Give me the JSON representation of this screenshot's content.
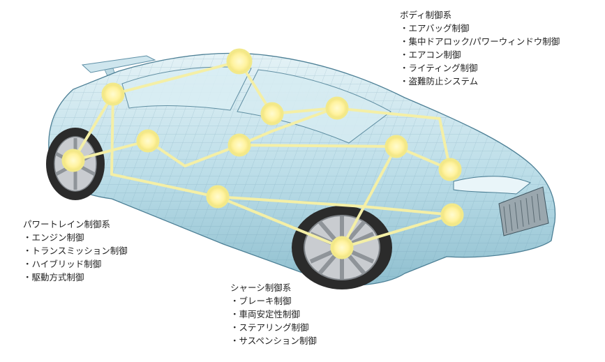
{
  "diagram": {
    "colors": {
      "body_fill": "#bfe0ea",
      "mesh_line": "#5d8fa6",
      "tire": "#2b2b2b",
      "rim": "#c9ccd0",
      "node_fill": "#fff8a8",
      "node_ring": "#f2e98a",
      "connector": "#f4efa6"
    },
    "groups": {
      "body": {
        "title": "ボディ制御系",
        "items": [
          "エアバッグ制御",
          "集中ドアロック/パワーウィンドウ制御",
          "エアコン制御",
          "ライティング制御",
          "盗難防止システム"
        ]
      },
      "powertrain": {
        "title": "パワートレイン制御系",
        "items": [
          "エンジン制御",
          "トランスミッション制御",
          "ハイブリッド制御",
          "駆動方式制御"
        ]
      },
      "chassis": {
        "title": "シャーシ制御系",
        "items": [
          "ブレーキ制御",
          "車両安定性制御",
          "ステアリング制御",
          "サスペンション制御"
        ]
      }
    }
  }
}
